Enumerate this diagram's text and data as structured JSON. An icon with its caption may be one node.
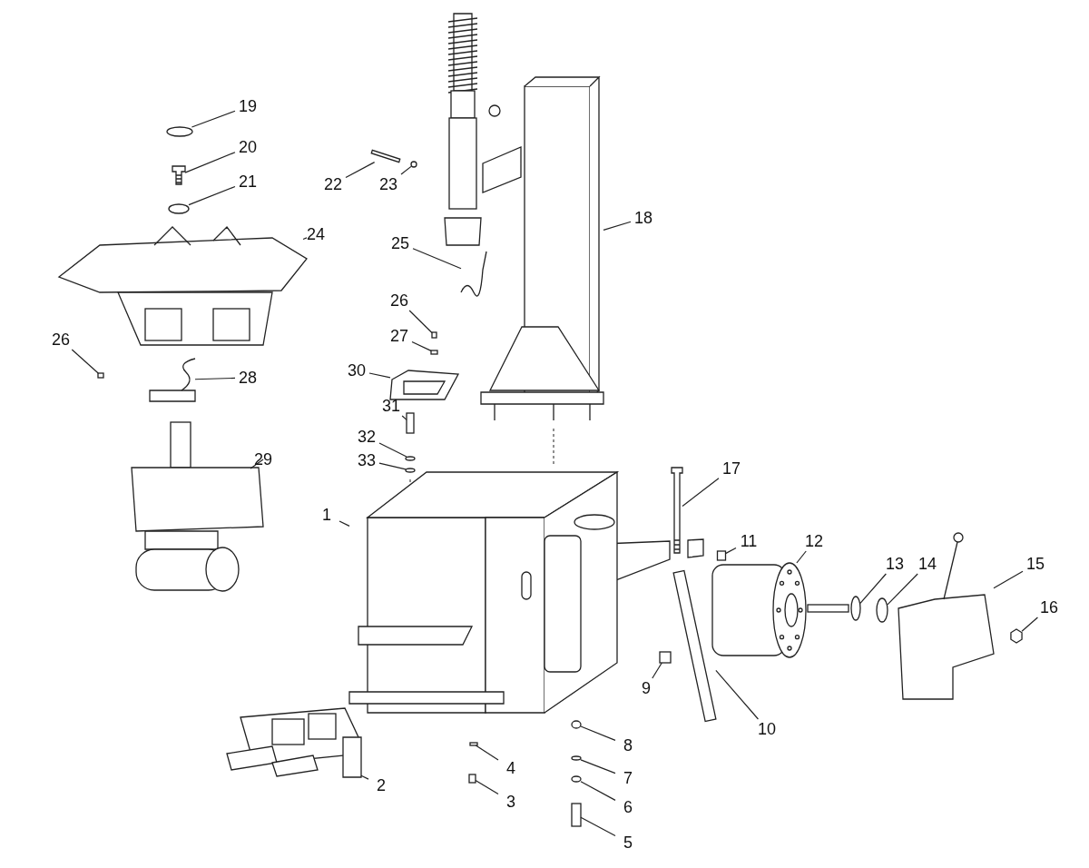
{
  "diagram": {
    "nodes": [
      {
        "text": [
          "19"
        ]
      },
      {
        "text": [
          "20"
        ]
      },
      {
        "text": [
          "21"
        ]
      },
      {
        "text": [
          "22"
        ]
      },
      {
        "text": [
          "23"
        ]
      },
      {
        "text": [
          "18"
        ]
      },
      {
        "text": [
          "24"
        ]
      },
      {
        "text": [
          "25"
        ]
      },
      {
        "text": [
          "26"
        ]
      },
      {
        "text": [
          "27"
        ]
      },
      {
        "text": [
          "26"
        ]
      },
      {
        "text": [
          "30"
        ]
      },
      {
        "text": [
          "28"
        ]
      },
      {
        "text": [
          "31"
        ]
      },
      {
        "text": [
          "32"
        ]
      },
      {
        "text": [
          "33"
        ]
      },
      {
        "text": [
          "29"
        ]
      },
      {
        "text": [
          "17"
        ]
      },
      {
        "text": [
          "1"
        ]
      },
      {
        "text": [
          "11"
        ]
      },
      {
        "text": [
          "12"
        ]
      },
      {
        "text": [
          "13"
        ]
      },
      {
        "text": [
          "14"
        ]
      },
      {
        "text": [
          "15"
        ]
      },
      {
        "text": [
          "16"
        ]
      },
      {
        "text": [
          "9"
        ]
      },
      {
        "text": [
          "10"
        ]
      },
      {
        "text": [
          "8"
        ]
      },
      {
        "text": [
          "4"
        ]
      },
      {
        "text": [
          "7"
        ]
      },
      {
        "text": [
          "2"
        ]
      },
      {
        "text": [
          "3"
        ]
      },
      {
        "text": [
          "6"
        ]
      },
      {
        "text": [
          "5"
        ]
      },
      {
        "text": [],
        "shape": "circle"
      },
      {
        "text": [],
        "shape": "picture"
      },
      {
        "text": [],
        "shape": "circle"
      },
      {
        "text": [],
        "shape": "bar"
      },
      {
        "text": [],
        "shape": "circle"
      },
      {
        "text": [],
        "shape": "picture"
      },
      {
        "text": [],
        "shape": "picture"
      },
      {
        "text": [],
        "shape": "picture"
      },
      {
        "text": [],
        "shape": "box"
      },
      {
        "text": [],
        "shape": "box"
      },
      {
        "text": [],
        "shape": "box"
      },
      {
        "text": [],
        "shape": "picture"
      },
      {
        "text": [],
        "shape": "picture"
      },
      {
        "text": [],
        "shape": "box"
      },
      {
        "text": [],
        "shape": "circle"
      },
      {
        "text": [],
        "shape": "circle"
      },
      {
        "text": [],
        "shape": "picture"
      },
      {
        "text": [],
        "shape": "picture"
      },
      {
        "text": [],
        "shape": "picture"
      },
      {
        "text": [],
        "shape": "box"
      },
      {
        "text": [],
        "shape": "picture"
      },
      {
        "text": [],
        "shape": "circle"
      },
      {
        "text": [],
        "shape": "circle"
      },
      {
        "text": [],
        "shape": "picture"
      },
      {
        "text": [],
        "shape": "hexagon"
      },
      {
        "text": [],
        "shape": "box"
      },
      {
        "text": [],
        "shape": "bar"
      },
      {
        "text": [],
        "shape": "circle"
      },
      {
        "text": [],
        "shape": "bar"
      },
      {
        "text": [],
        "shape": "circle"
      },
      {
        "text": [],
        "shape": "picture"
      },
      {
        "text": [],
        "shape": "box"
      },
      {
        "text": [],
        "shape": "circle"
      },
      {
        "text": [],
        "shape": "box"
      }
    ],
    "edges": [
      {
        "from": 0,
        "to": 34,
        "arrow": "none"
      },
      {
        "from": 1,
        "to": 35,
        "arrow": "none"
      },
      {
        "from": 2,
        "to": 36,
        "arrow": "none"
      },
      {
        "from": 3,
        "to": 37,
        "arrow": "none"
      },
      {
        "from": 4,
        "to": 38,
        "arrow": "none"
      },
      {
        "from": 5,
        "to": 39,
        "arrow": "none"
      },
      {
        "from": 6,
        "to": 40,
        "arrow": "none"
      },
      {
        "from": 7,
        "to": 41,
        "arrow": "none"
      },
      {
        "from": 8,
        "to": 42,
        "arrow": "none"
      },
      {
        "from": 9,
        "to": 43,
        "arrow": "none"
      },
      {
        "from": 10,
        "to": 44,
        "arrow": "none"
      },
      {
        "from": 11,
        "to": 45,
        "arrow": "none"
      },
      {
        "from": 12,
        "to": 46,
        "arrow": "none"
      },
      {
        "from": 13,
        "to": 47,
        "arrow": "none"
      },
      {
        "from": 14,
        "to": 48,
        "arrow": "none"
      },
      {
        "from": 15,
        "to": 49,
        "arrow": "none"
      },
      {
        "from": 16,
        "to": 50,
        "arrow": "none"
      },
      {
        "from": 17,
        "to": 51,
        "arrow": "none"
      },
      {
        "from": 18,
        "to": 52,
        "arrow": "none"
      },
      {
        "from": 19,
        "to": 53,
        "arrow": "none"
      },
      {
        "from": 20,
        "to": 54,
        "arrow": "none"
      },
      {
        "from": 21,
        "to": 55,
        "arrow": "none"
      },
      {
        "from": 22,
        "to": 56,
        "arrow": "none"
      },
      {
        "from": 23,
        "to": 57,
        "arrow": "none"
      },
      {
        "from": 24,
        "to": 58,
        "arrow": "none"
      },
      {
        "from": 25,
        "to": 59,
        "arrow": "none"
      },
      {
        "from": 26,
        "to": 60,
        "arrow": "none"
      },
      {
        "from": 27,
        "to": 61,
        "arrow": "none"
      },
      {
        "from": 28,
        "to": 62,
        "arrow": "none"
      },
      {
        "from": 29,
        "to": 63,
        "arrow": "none"
      },
      {
        "from": 30,
        "to": 64,
        "arrow": "none"
      },
      {
        "from": 31,
        "to": 65,
        "arrow": "none"
      },
      {
        "from": 32,
        "to": 66,
        "arrow": "none"
      },
      {
        "from": 33,
        "to": 67,
        "arrow": "none"
      }
    ]
  }
}
